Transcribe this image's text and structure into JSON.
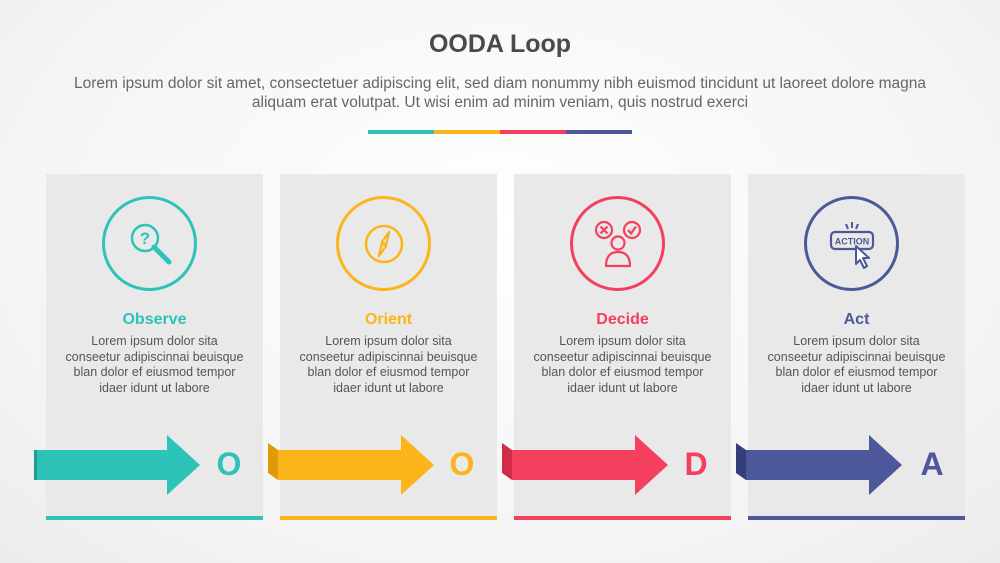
{
  "title": "OODA Loop",
  "subtitle": "Lorem ipsum dolor sit amet, consectetuer adipiscing elit, sed diam nonummy nibh euismod tincidunt ut laoreet dolore magna aliquam erat volutpat. Ut wisi enim ad minim veniam, quis nostrud exerci",
  "colors": {
    "observe": "#2dc3b8",
    "orient": "#fbb41a",
    "decide": "#f43f5e",
    "act": "#4c5899"
  },
  "steps": [
    {
      "title": "Observe",
      "text": "Lorem ipsum dolor sita conseetur adipiscinnai beuisque blan dolor ef eiusmod tempor idaer idunt ut labore",
      "letter": "O",
      "icon": "magnifier-question-icon"
    },
    {
      "title": "Orient",
      "text": "Lorem ipsum dolor sita conseetur adipiscinnai beuisque blan dolor ef eiusmod tempor idaer idunt ut labore",
      "letter": "O",
      "icon": "compass-icon"
    },
    {
      "title": "Decide",
      "text": "Lorem ipsum dolor sita conseetur adipiscinnai beuisque blan dolor ef eiusmod tempor idaer idunt ut labore",
      "letter": "D",
      "icon": "person-decision-icon"
    },
    {
      "title": "Act",
      "text": "Lorem ipsum dolor sita conseetur adipiscinnai beuisque blan dolor ef eiusmod tempor idaer idunt ut labore",
      "letter": "A",
      "icon": "action-button-cursor-icon",
      "icon_label": "ACTION"
    }
  ]
}
